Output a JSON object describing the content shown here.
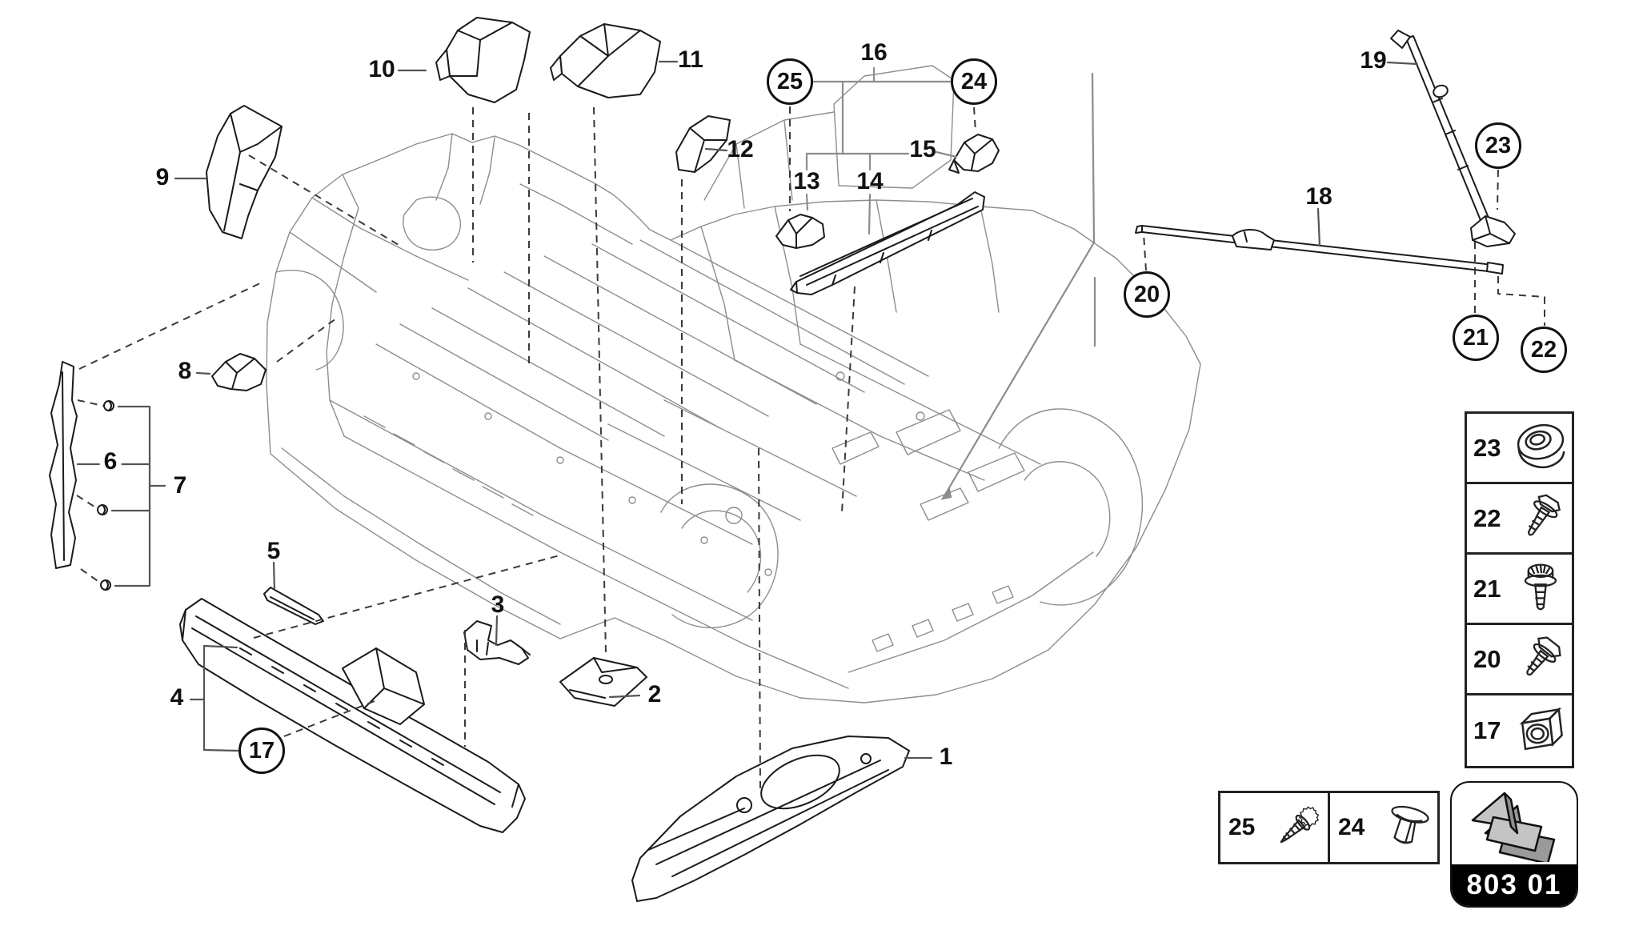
{
  "colors": {
    "line_art": "#1b1b1b",
    "body_gray": "#8d8d8d",
    "leader_gray": "#999999",
    "badge_bar": "#000000",
    "badge_text": "#ffffff"
  },
  "part_labels": {
    "p1": "1",
    "p2": "2",
    "p3": "3",
    "p4": "4",
    "p5": "5",
    "p6": "6",
    "p7": "7",
    "p8": "8",
    "p9": "9",
    "p10": "10",
    "p11": "11",
    "p12": "12",
    "p13": "13",
    "p14": "14",
    "p15": "15",
    "p16": "16",
    "p18": "18",
    "p19": "19"
  },
  "callouts": {
    "c17": "17",
    "c20": "20",
    "c21": "21",
    "c22": "22",
    "c23": "23",
    "c24": "24",
    "c25": "25"
  },
  "legend": {
    "rows": [
      {
        "num": "23",
        "icon": "grommet-bushing-icon"
      },
      {
        "num": "22",
        "icon": "hex-flange-bolt-icon"
      },
      {
        "num": "21",
        "icon": "serrated-flange-bolt-icon"
      },
      {
        "num": "20",
        "icon": "hex-flange-bolt-icon"
      },
      {
        "num": "17",
        "icon": "cage-nut-icon"
      }
    ]
  },
  "fastener_box": {
    "cells": [
      {
        "num": "25",
        "icon": "self-tapping-screw-icon"
      },
      {
        "num": "24",
        "icon": "blind-rivet-icon"
      }
    ]
  },
  "badge": {
    "code": "803 01",
    "icon": "back-reference-arrow-icon"
  }
}
